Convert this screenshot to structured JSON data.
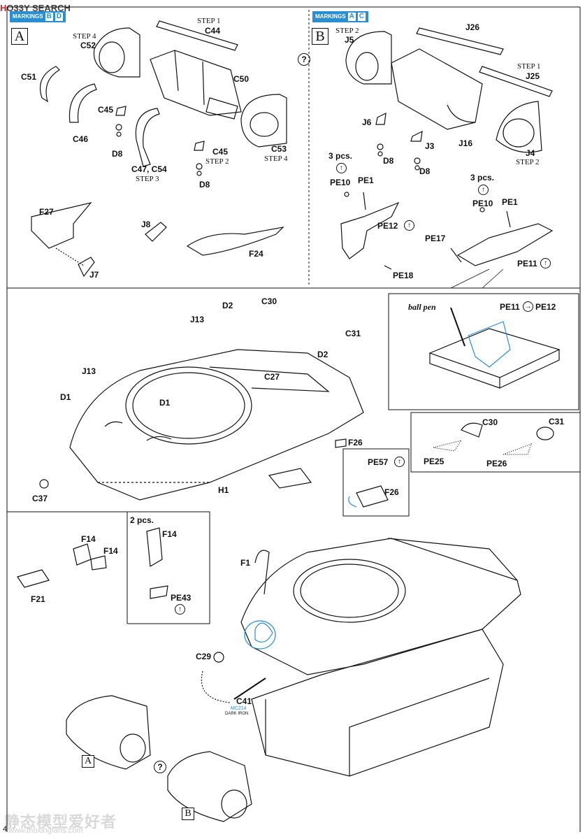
{
  "watermark": {
    "top_h": "H",
    "top_rest": "O33Y SEARCH",
    "bottom_cn": "静态模型爱好者",
    "bottom_url": "www.moxingfans.com"
  },
  "page_number": "4",
  "sectionA": {
    "markings_label": "MARKINGS",
    "markings_letters": [
      "B",
      "D"
    ],
    "box": "A",
    "parts": {
      "c44": "C44",
      "step1": "STEP 1",
      "c52": "C52",
      "step4a": "STEP 4",
      "c50": "C50",
      "c51": "C51",
      "c45a": "C45",
      "c46": "C46",
      "d8a": "D8",
      "c47c54": "C47, C54",
      "step3": "STEP 3",
      "c45b": "C45",
      "step2": "STEP 2",
      "d8b": "D8",
      "c53": "C53",
      "step4b": "STEP 4",
      "f27": "F27",
      "j7": "J7",
      "j8": "J8",
      "f24": "F24"
    }
  },
  "sectionB": {
    "markings_label": "MARKINGS",
    "markings_letters": [
      "A",
      "C"
    ],
    "box": "B",
    "help": "?",
    "parts": {
      "step2a": "STEP 2",
      "j5": "J5",
      "j26": "J26",
      "step1": "STEP 1",
      "j25": "J25",
      "j6": "J6",
      "d8a": "D8",
      "j3": "J3",
      "d8b": "D8",
      "j16": "J16",
      "j4": "J4",
      "step2b": "STEP 2",
      "pcs1": "3 pcs.",
      "pe10a": "PE10",
      "pe1a": "PE1",
      "pe12": "PE12",
      "pe18": "PE18",
      "pcs2": "3 pcs.",
      "pe10b": "PE10",
      "pe1b": "PE1",
      "pe17": "PE17",
      "pe11": "PE11"
    }
  },
  "ballpen": {
    "caption": "ball pen",
    "pe11": "PE11",
    "pe12": "PE12"
  },
  "hull": {
    "d2a": "D2",
    "c30": "C30",
    "j13a": "J13",
    "d2b": "D2",
    "c31": "C31",
    "j13b": "J13",
    "c27": "C27",
    "d1a": "D1",
    "d1b": "D1",
    "c37": "C37",
    "h1": "H1",
    "f26": "F26"
  },
  "inset_f26": {
    "pe57": "PE57",
    "f26": "F26"
  },
  "inset_c30": {
    "c30": "C30",
    "pe25": "PE25",
    "c31": "C31",
    "pe26": "PE26"
  },
  "inset_f14": {
    "f14a": "F14",
    "f14b": "F14",
    "f21": "F21",
    "pcs": "2 pcs.",
    "f14c": "F14",
    "pe43": "PE43"
  },
  "lower": {
    "f1": "F1",
    "c29": "C29",
    "c41": "C41",
    "paint_code": "MC214",
    "paint_name": "DARK IRON",
    "box_a": "A",
    "box_b": "B",
    "help": "?"
  },
  "colors": {
    "accent": "#2a8fd0",
    "line": "#111111"
  }
}
